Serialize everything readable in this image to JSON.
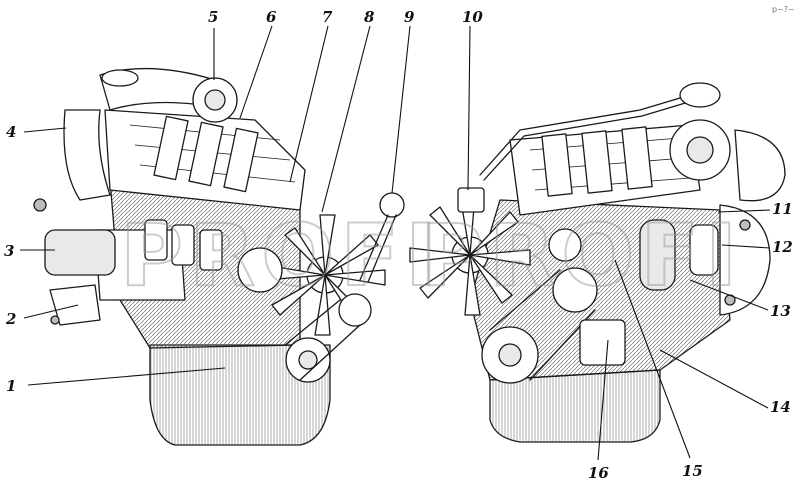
{
  "labels": [
    "1",
    "2",
    "3",
    "4",
    "5",
    "6",
    "7",
    "8",
    "9",
    "10",
    "11",
    "12",
    "13",
    "14",
    "15",
    "16"
  ],
  "watermark": "PROFI",
  "corner_mark": "р~?~"
}
